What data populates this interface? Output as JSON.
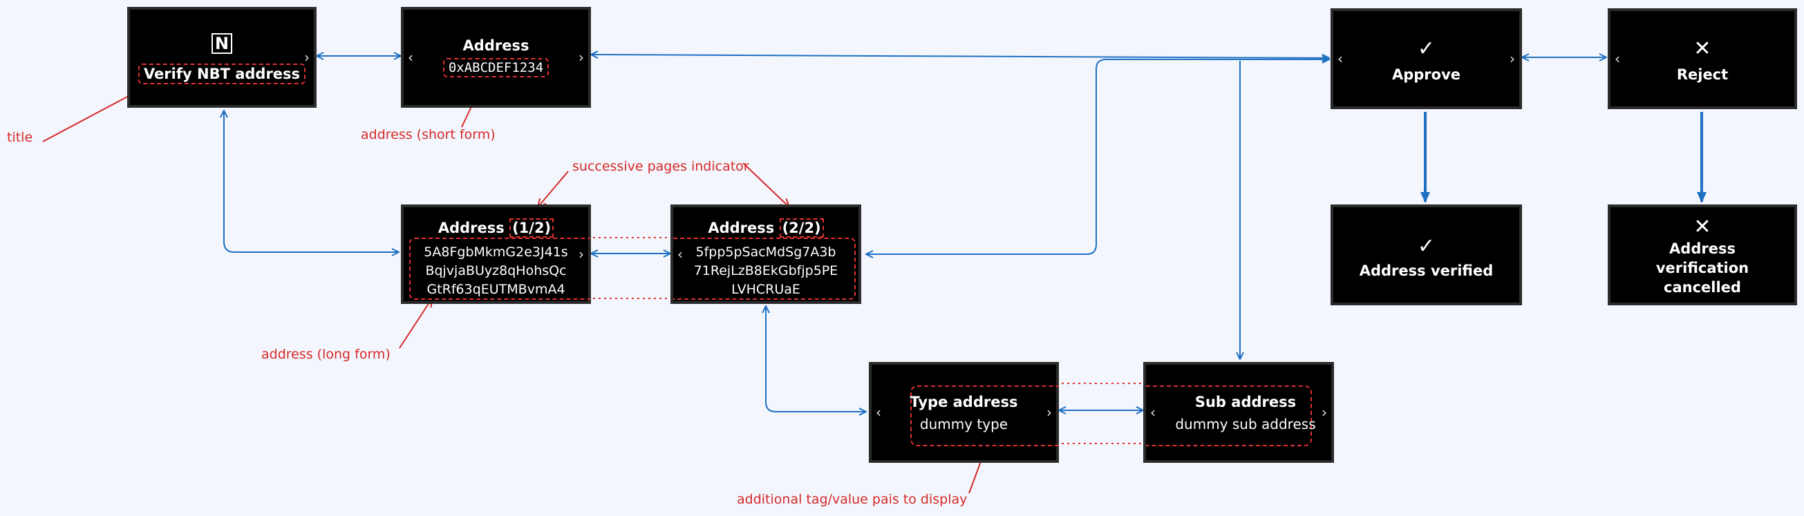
{
  "colors": {
    "background": "#f3f7fd",
    "screen": "#000000",
    "arrow": "#1f6fc2",
    "annotation": "#d62828"
  },
  "screens": {
    "verify": {
      "icon": "nbt-logo-icon",
      "title": "Verify NBT address"
    },
    "address_short": {
      "title": "Address",
      "value": "0xABCDEF1234"
    },
    "address_p1": {
      "title_prefix": "Address ",
      "page": "(1/2)",
      "lines": [
        "5A8FgbMkmG2e3J41s",
        "BqjvjaBUyz8qHohsQc",
        "GtRf63qEUTMBvmA4"
      ]
    },
    "address_p2": {
      "title_prefix": "Address ",
      "page": "(2/2)",
      "lines": [
        "5fpp5pSacMdSg7A3b",
        "71RejLzB8EkGbfjp5PE",
        "LVHCRUaE"
      ]
    },
    "type_address": {
      "tag": "Type address",
      "value": "dummy type"
    },
    "sub_address": {
      "tag": "Sub address",
      "value": "dummy sub address"
    },
    "approve": {
      "icon": "check-icon",
      "label": "Approve"
    },
    "reject": {
      "icon": "close-icon",
      "label": "Reject"
    },
    "verified": {
      "icon": "check-icon",
      "label": "Address verified"
    },
    "cancelled": {
      "icon": "close-icon",
      "lines": [
        "Address",
        "verification",
        "cancelled"
      ]
    }
  },
  "annotations": {
    "title": "title",
    "address_short": "address (short form)",
    "pages_indicator": "successive pages indicator",
    "address_long": "address (long form)",
    "additional_tags": "additional tag/value pais to display"
  }
}
